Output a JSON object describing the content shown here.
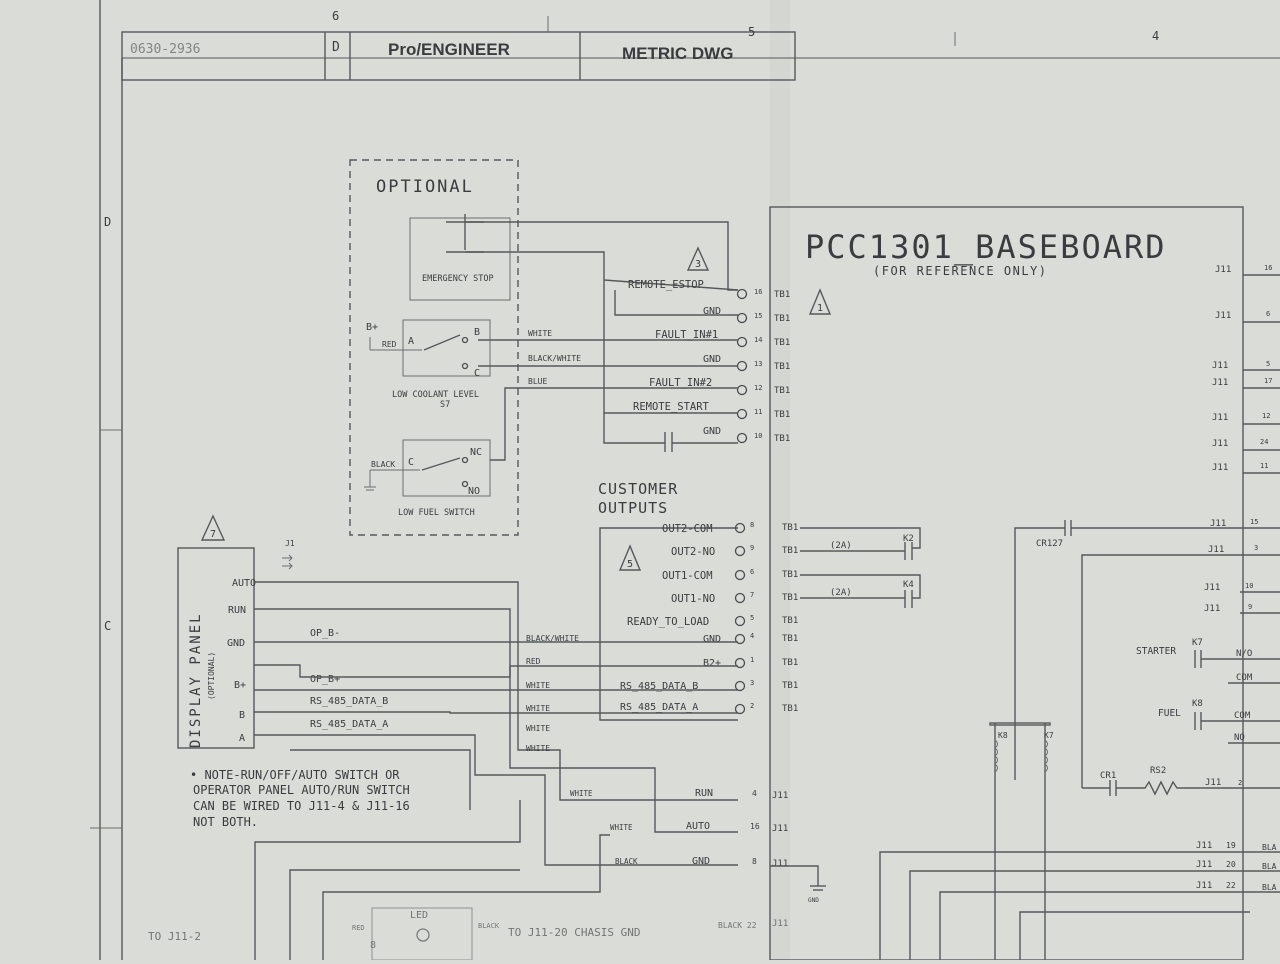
{
  "title_block": {
    "doc_number": "0630-2936",
    "rev": "D",
    "software": "Pro/ENGINEER",
    "units": "METRIC DWG"
  },
  "zones": {
    "col_markers": [
      "6",
      "5",
      "4"
    ],
    "row_markers": [
      "D",
      "C"
    ]
  },
  "optional_box": {
    "label": "OPTIONAL",
    "emergency_stop": "EMERGENCY STOP",
    "coolant_switch": "LOW COOLANT LEVEL",
    "coolant_switch_ref": "S7",
    "fuel_switch": "LOW FUEL SWITCH",
    "bplus": "B+",
    "red": "RED",
    "black": "BLACK",
    "a": "A",
    "b": "B",
    "c1": "C",
    "c2": "C",
    "nc": "NC",
    "no": "NO"
  },
  "callouts": {
    "c1": "1",
    "c3": "3",
    "c5": "5",
    "c7": "7"
  },
  "baseboard": {
    "title": "PCC1301_BASEBOARD",
    "subtitle": "(FOR REFERENCE ONLY)"
  },
  "tb1_upper": [
    {
      "signal": "REMOTE_ESTOP",
      "pin": "16",
      "tb": "TB1"
    },
    {
      "signal": "GND",
      "pin": "15",
      "tb": "TB1"
    },
    {
      "signal": "FAULT_IN#1",
      "pin": "14",
      "tb": "TB1"
    },
    {
      "signal": "GND",
      "pin": "13",
      "tb": "TB1"
    },
    {
      "signal": "FAULT_IN#2",
      "pin": "12",
      "tb": "TB1"
    },
    {
      "signal": "REMOTE_START",
      "pin": "11",
      "tb": "TB1"
    },
    {
      "signal": "GND",
      "pin": "10",
      "tb": "TB1"
    }
  ],
  "wire_colors_upper": [
    "WHITE",
    "BLACK/WHITE",
    "BLUE"
  ],
  "customer_outputs": {
    "label_1": "CUSTOMER",
    "label_2": "OUTPUTS"
  },
  "tb1_lower": [
    {
      "signal": "OUT2-COM",
      "pin": "8",
      "tb": "TB1"
    },
    {
      "signal": "OUT2-NO",
      "pin": "9",
      "tb": "TB1"
    },
    {
      "signal": "OUT1-COM",
      "pin": "6",
      "tb": "TB1"
    },
    {
      "signal": "OUT1-NO",
      "pin": "7",
      "tb": "TB1"
    },
    {
      "signal": "READY_TO_LOAD",
      "pin": "5",
      "tb": "TB1"
    },
    {
      "signal": "GND",
      "pin": "4",
      "tb": "TB1"
    },
    {
      "signal": "B2+",
      "pin": "1",
      "tb": "TB1"
    },
    {
      "signal": "RS_485_DATA_B",
      "pin": "3",
      "tb": "TB1"
    },
    {
      "signal": "RS_485_DATA_A",
      "pin": "2",
      "tb": "TB1"
    }
  ],
  "relay_outputs": {
    "k2": "K2",
    "k4": "K4",
    "rating_1": "(2A)",
    "rating_2": "(2A)"
  },
  "display_panel": {
    "label": "DISPLAY PANEL",
    "sublabel": "(OPTIONAL)",
    "j1": "J1",
    "pins": [
      "AUTO",
      "RUN",
      "GND",
      "B+",
      "B",
      "A"
    ],
    "op_b_minus": "OP_B-",
    "op_b_plus": "OP_B+",
    "rs485_b": "RS_485_DATA_B",
    "rs485_a": "RS_485_DATA_A"
  },
  "wire_colors_lower": [
    "BLACK/WHITE",
    "RED",
    "WHITE",
    "WHITE",
    "WHITE",
    "WHITE"
  ],
  "note": {
    "line1": "• NOTE-RUN/OFF/AUTO SWITCH OR",
    "line2": "OPERATOR PANEL AUTO/RUN SWITCH",
    "line3": "CAN BE WIRED TO J11-4 & J11-16",
    "line4": "NOT BOTH."
  },
  "j11_bottom": [
    {
      "signal": "RUN",
      "pin": "4",
      "wire": "WHITE",
      "conn": "J11"
    },
    {
      "signal": "AUTO",
      "pin": "16",
      "wire": "WHITE",
      "conn": "J11"
    },
    {
      "signal": "GND",
      "pin": "8",
      "wire": "BLACK",
      "conn": "J11"
    }
  ],
  "gnd_symbol": "GND",
  "led_row": {
    "to_j11_2": "TO J11-2",
    "red": "RED",
    "led": "LED",
    "pin8": "8",
    "black": "BLACK",
    "to_chassis": "TO J11-20 CHASIS GND",
    "black22": "BLACK 22",
    "j11": "J11"
  },
  "right_side": {
    "j11_pins": [
      {
        "conn": "J11",
        "pin": "16"
      },
      {
        "conn": "J11",
        "pin": "6"
      },
      {
        "conn": "J11",
        "pin": "5"
      },
      {
        "conn": "J11",
        "pin": "17"
      },
      {
        "conn": "J11",
        "pin": "12"
      },
      {
        "conn": "J11",
        "pin": "24"
      },
      {
        "conn": "J11",
        "pin": "11"
      },
      {
        "conn": "J11",
        "pin": "15"
      },
      {
        "conn": "J11",
        "pin": "3"
      },
      {
        "conn": "J11",
        "pin": "10"
      },
      {
        "conn": "J11",
        "pin": "9"
      }
    ],
    "cr127": "CR127",
    "starter": "STARTER",
    "k7": "K7",
    "no_label": "N/O",
    "com_label": "COM",
    "fuel": "FUEL",
    "k8": "K8",
    "com2": "COM",
    "no2": "NO",
    "coil_k8": "K8",
    "coil_k7": "K7",
    "cr1": "CR1",
    "rs2": "RS2",
    "j11_2": "J11",
    "pin2": "2",
    "bottom_pins": [
      {
        "conn": "J11",
        "pin": "19",
        "wire": "BLA"
      },
      {
        "conn": "J11",
        "pin": "20",
        "wire": "BLA"
      },
      {
        "conn": "J11",
        "pin": "22",
        "wire": "BLA"
      }
    ]
  }
}
